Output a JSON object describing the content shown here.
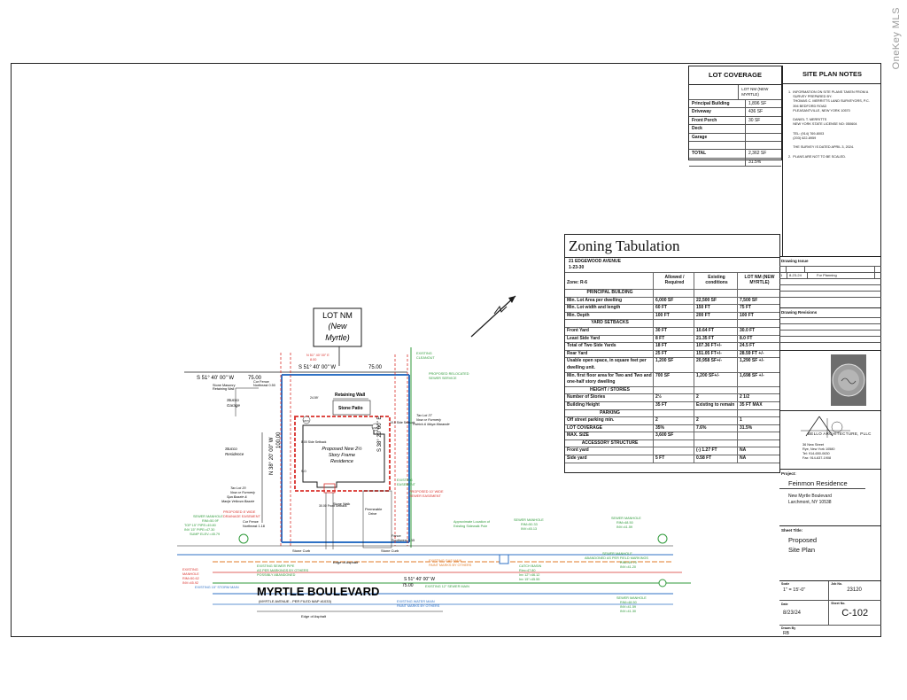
{
  "watermark": "OneKey MLS",
  "lot_coverage": {
    "title": "LOT COVERAGE",
    "column_header": "LOT NM (NEW MYRTLE)",
    "rows": [
      {
        "label": "Principal Building",
        "value": "1,896 SF"
      },
      {
        "label": "Driveway",
        "value": "436 SF"
      },
      {
        "label": "Front Porch",
        "value": "30 SF"
      },
      {
        "label": "Deck",
        "value": ""
      },
      {
        "label": "Garage",
        "value": ""
      },
      {
        "label": "",
        "value": ""
      },
      {
        "label": "TOTAL",
        "value": "2,362 SF"
      },
      {
        "label": "",
        "value": "31.5%"
      }
    ]
  },
  "site_plan_notes": {
    "title": "SITE PLAN NOTES",
    "lines": [
      "1.  INFORMATION ON SITE PLANS TAKEN FROM A",
      "     SURVEY PREPARED BY:",
      "     THOMAS C. MERRITTS LAND SURVEYORS, P.C.",
      "     394 BEDFORD ROAD",
      "     PLEASANTVILLE, NEW YORK 10570",
      "",
      "     DANIEL T. MERRITTS",
      "     NEW YORK STATE LICENSE NO: 050604",
      "",
      "     TEL: (914) 769-8003",
      "     (203) 622-8959",
      "",
      "     THE SURVEY IS DATED APRIL 3, 2024.",
      "",
      "2.  PLANS ARE NOT TO BE SCALED."
    ]
  },
  "zoning": {
    "title": "Zoning  Tabulation",
    "address_line1": "21 EDGEWOOD AVENUE",
    "address_line2": "1-23-30",
    "zone": "Zone: R-6",
    "headers": [
      "",
      "Allowed / Required",
      "Existing conditions",
      "LOT NM (NEW MYRTLE)"
    ],
    "sections": [
      {
        "title": "PRINCIPAL BUILDING",
        "rows": [
          [
            "Min. Lot Area per dwelling",
            "6,000 SF",
            "22,500 SF",
            "7,500 SF"
          ],
          [
            "Min. Lot width and length",
            "60 FT",
            "150 FT",
            "75 FT"
          ],
          [
            "Min. Depth",
            "100 FT",
            "200 FT",
            "100 FT"
          ]
        ]
      },
      {
        "title": "YARD SETBACKS",
        "rows": [
          [
            "Front Yard",
            "30 FT",
            "10.64 FT",
            "30.0 FT"
          ],
          [
            "Least Side Yard",
            "8 FT",
            "21.35 FT",
            "8.0 FT"
          ],
          [
            "Total of Two Side Yards",
            "18 FT",
            "107.36 FT+/-",
            "24.5 FT"
          ],
          [
            "Rear Yard",
            "25 FT",
            "151.05 FT+/-",
            "28.59 FT +/-"
          ],
          [
            "Usable open space, in square feet per dwelling unit.",
            "1,200 SF",
            "20,958 SF+/-",
            "1,290 SF +/-"
          ],
          [
            "Min. first floor area for Two and Two and one-half story dwelling",
            "700 SF",
            "1,200 SF+/-",
            "1,698 SF +/-"
          ]
        ]
      },
      {
        "title": "HEIGHT / STORIES",
        "rows": [
          [
            "Number of Stories",
            "2½",
            "2",
            "2 1/2"
          ],
          [
            "Building Height",
            "35 FT",
            "Existing to remain",
            "35 FT MAX"
          ]
        ]
      },
      {
        "title": "PARKING",
        "rows": [
          [
            "Off street parking min.",
            "2",
            "2",
            "1"
          ],
          [
            "LOT COVERAGE",
            "35%",
            "7.6%",
            "31.5%"
          ],
          [
            "MAX. SIZE",
            "3,600 SF",
            "",
            ""
          ]
        ]
      },
      {
        "title": "ACCESSORY STRUCTURE",
        "rows": [
          [
            "Front yard",
            "",
            "(-) 1.27 FT",
            "NA"
          ],
          [
            "Side yard",
            "5 FT",
            "0.58 FT",
            "NA"
          ]
        ]
      }
    ]
  },
  "title_block": {
    "drawing_issue_label": "Drawing Issue",
    "issue_row": {
      "no": "1",
      "date": "8-23-24",
      "desc": "For Planning"
    },
    "drawing_revisions_label": "Drawing Revisions",
    "firm_name": "BELLO ARCHITECTURE, PLLC",
    "firm_address": [
      "36 New Street",
      "Rye, New York 10580",
      "Tel: 914-650-0630",
      "Fax: 914-637-1908"
    ],
    "project_label": "Project:",
    "project_name": "Feinmon Residence",
    "project_address": [
      "New Myrtle Boulevard",
      "Larchmont, NY 10538"
    ],
    "sheet_title_label": "Sheet Title:",
    "sheet_title": [
      "Proposed",
      "Site Plan"
    ],
    "scale_label": "Scale",
    "scale": "1\" = 15'-0\"",
    "job_label": "Job No.",
    "job": "23120",
    "date_label": "Date",
    "date": "8/23/24",
    "sheet_no_label": "Sheet No.",
    "sheet_no": "C-102",
    "drawn_label": "Drawn By",
    "drawn": "RB"
  },
  "plan": {
    "lot_label": [
      "LOT NM",
      "(New",
      "Myrtle)"
    ],
    "street": "MYRTLE BOULEVARD",
    "street_sub": "(MYRTLE AVENUE - PER FILED MAP #1033)",
    "bearing_top": "S 51° 40' 00\" W",
    "dist_top_left": "75.00",
    "dist_top_right": "75.00",
    "bearing_bottom": "S 51° 40' 00\" W",
    "dist_bottom": "75.00",
    "side_left": "100.00",
    "side_left_bearing": "N 38° 20' 00\" W",
    "side_right_bearing": "S 38° 20' 00\" E",
    "house_label": [
      "Proposed New 2½",
      "Story Frame",
      "Residence"
    ],
    "retaining_wall": "Retaining Wall",
    "stone_patio": "Stone Patio",
    "stucco_garage": [
      "Stucco",
      "Garage"
    ],
    "stucco_residence": [
      "Stucco",
      "Residence"
    ],
    "neighbor_left": [
      "Tax Lot 20",
      "Now or Formerly",
      "Spa Bazzie &",
      "Marija Velkova Bazzie"
    ],
    "neighbor_right": [
      "Tax Lot 37",
      "Now or Formerly",
      "Patrick & Maya Marande"
    ],
    "stone_masonry": [
      "Stone Masonry",
      "Retaining Wall"
    ],
    "cor_fence_left": [
      "Cor Fence",
      "Northeast 0.50"
    ],
    "cor_fence_bottom": [
      "Cor Fence",
      "Northeast 1.18"
    ],
    "fence_right": [
      "Fence",
      "Southwest 0.15"
    ],
    "permeable": [
      "Permeable",
      "Drive"
    ],
    "stone_walk": "Stone Walk",
    "stone_curb": "Stone Curb",
    "edge_asphalt": "Edge of Asphalt",
    "existing_cleanout": [
      "EXISTING",
      "CLEANOUT"
    ],
    "proposed_sewer": [
      "PROPOSED RELOCATED",
      "SEWER SERVICE"
    ],
    "existing_easement": [
      "EXISTING",
      "EASEMENT"
    ],
    "proposed_drain_easement": [
      "PROPOSED 10' WIDE",
      "SEWER EASEMENT"
    ],
    "proposed_wide_drain": [
      "PROPOSED 8' WIDE",
      "DRAINAGE EASEMENT"
    ],
    "sewer_manhole_left": [
      "SEWER MANHOLE",
      "RIM=50.9F",
      "TOP 15\" PIPE=49.80",
      "INV 15\" PIPE=47.30",
      "SUMP ELEV.=45.79"
    ],
    "sewer_manhole_right": [
      "SEWER MANHOLE",
      "RIM=50.33",
      "INV=45.13"
    ],
    "existing_sewer_pipe": [
      "EXISTING SEWER PIPE",
      "AS PER MARKINGS BY OTHERS",
      "POSSIBLY ABANDONED"
    ],
    "existing_manhole": [
      "EXISTING",
      "MANHOLE",
      "RIM=50.62",
      "INV=45.92"
    ],
    "existing_gas": [
      "EXISTING GAS MAIN",
      "PAINT MARKS BY OTHERS"
    ],
    "existing_water": [
      "EXISTING WATER MAIN",
      "PAINT MARKS BY OTHERS"
    ],
    "existing_storm_main": "EXISTING 15\" STORM MAIN",
    "existing_sewer_main": "EXISTING 12\" SEWER MAIN",
    "catch_basin": [
      "CATCH BASIN",
      "Rim=47.80",
      "Inv 12\"=46.12",
      "Inv 15\"=45.55"
    ],
    "approximate_location": [
      "Approximate Location of",
      "Existing Sidewalk Pole"
    ],
    "abandoned_manhole": [
      "SEWER MANHOLE",
      "ABANDONED AS PER FIELD MARKINGS",
      "RIM=49.70",
      "INV=41.20"
    ],
    "sewer_manhole_far_right": [
      "SEWER MANHOLE",
      "RIM=48.50",
      "INV=41.59",
      "INV=41.30"
    ],
    "stone_curb_right": "Stone Curb",
    "dims": [
      "8.00 Side Setback",
      "10.0 Side Setback",
      "30.00 Front Setback",
      "16.0",
      "9.0",
      "24.59'",
      "(237)",
      "(218)"
    ],
    "bearing_red": [
      "N 51° 40' 00\" E",
      "8.00"
    ],
    "cb_label": "CB",
    "mh_label": "MH"
  },
  "colors": {
    "red": "#d9302b",
    "blue": "#2f72c5",
    "green": "#2f9a3a",
    "orange": "#e07b29",
    "dark": "#1a1a1a"
  }
}
